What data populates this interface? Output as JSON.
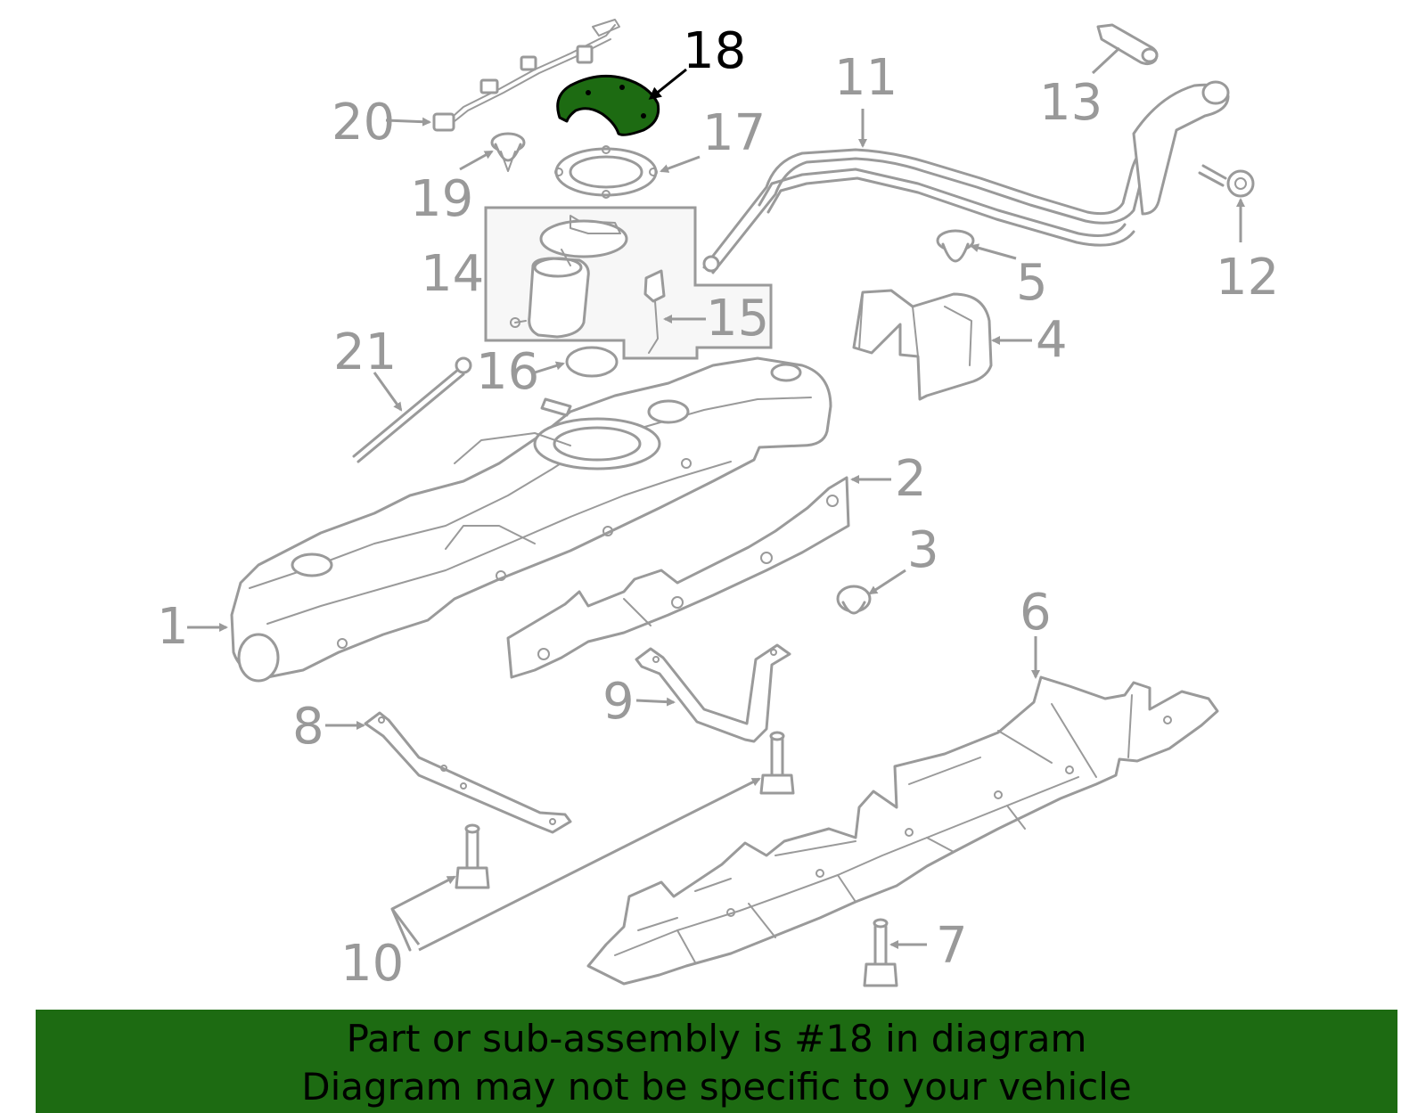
{
  "diagram": {
    "highlight_color": "#1d6b12",
    "callouts": [
      "1",
      "2",
      "3",
      "4",
      "5",
      "6",
      "7",
      "8",
      "9",
      "10",
      "11",
      "12",
      "13",
      "14",
      "15",
      "16",
      "17",
      "18",
      "19",
      "20",
      "21"
    ],
    "highlighted_callout": "18"
  },
  "banner": {
    "background": "#1d6b12",
    "line1": "Part or sub-assembly is #18 in diagram",
    "line2": "Diagram may not be specific to your vehicle"
  }
}
